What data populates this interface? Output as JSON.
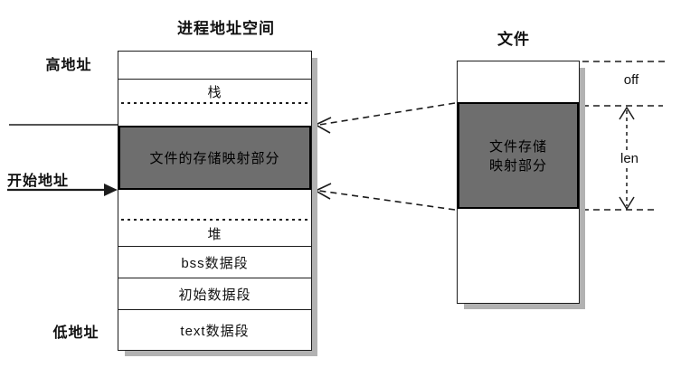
{
  "diagram": {
    "process": {
      "title": "进程地址空间",
      "segments": {
        "stack": "栈",
        "mapped": "文件的存储映射部分",
        "heap": "堆",
        "bss": "bss数据段",
        "init_data": "初始数据段",
        "text": "text数据段"
      }
    },
    "file": {
      "title": "文件",
      "mapped_line1": "文件存储",
      "mapped_line2": "映射部分"
    },
    "labels": {
      "high_address": "高地址",
      "start_address": "开始地址",
      "low_address": "低地址",
      "offset": "off",
      "length": "len"
    },
    "colors": {
      "mapped_fill": "#6e6e6e",
      "shadow": "#b2b2b2",
      "line": "#1c1c1c",
      "background": "#ffffff"
    }
  }
}
